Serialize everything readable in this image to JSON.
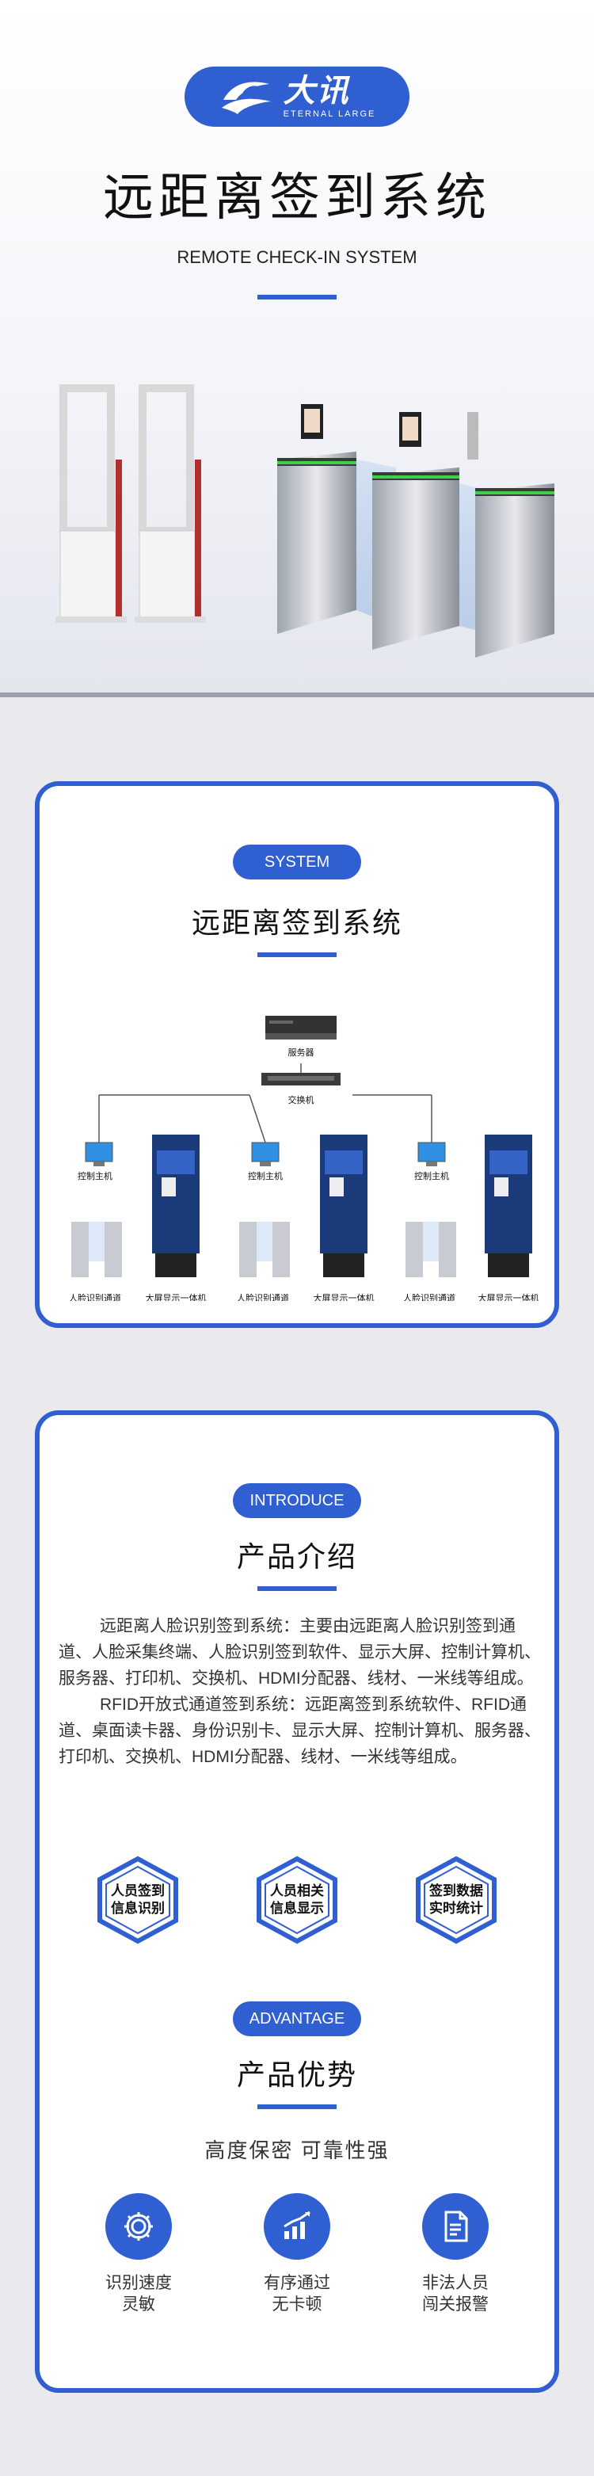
{
  "brand": {
    "name_cn": "大讯",
    "name_en": "ETERNAL LARGE"
  },
  "hero": {
    "title": "远距离签到系统",
    "subtitle": "REMOTE CHECK-IN SYSTEM"
  },
  "system": {
    "tag": "SYSTEM",
    "title": "远距离签到系统",
    "diagram": {
      "server": "服务器",
      "switch": "交换机",
      "host": "控制主机",
      "gate": "人脸识别通道",
      "screen": "大屏显示一体机"
    }
  },
  "intro": {
    "tag": "INTRODUCE",
    "title": "产品介绍",
    "paragraphs": [
      "远距离人脸识别签到系统：主要由远距离人脸识别签到通道、人脸采集终端、人脸识别签到软件、显示大屏、控制计算机、服务器、打印机、交换机、HDMI分配器、线材、一米线等组成。",
      "RFID开放式通道签到系统：远距离签到系统软件、RFID通道、桌面读卡器、身份识别卡、显示大屏、控制计算机、服务器、打印机、交换机、HDMI分配器、线材、一米线等组成。"
    ],
    "hexes": [
      "人员签到信息识别",
      "人员相关信息显示",
      "签到数据实时统计"
    ]
  },
  "advantage": {
    "tag": "ADVANTAGE",
    "title": "产品优势",
    "subtitle": "高度保密  可靠性强",
    "features": [
      {
        "line1": "识别速度",
        "line2": "灵敏",
        "icon": "gear-icon"
      },
      {
        "line1": "有序通过",
        "line2": "无卡顿",
        "icon": "chart-up-icon"
      },
      {
        "line1": "非法人员",
        "line2": "闯关报警",
        "icon": "file-icon"
      }
    ]
  },
  "colors": {
    "accent": "#2f5fd0",
    "page_bg": "#e9e9ee"
  }
}
